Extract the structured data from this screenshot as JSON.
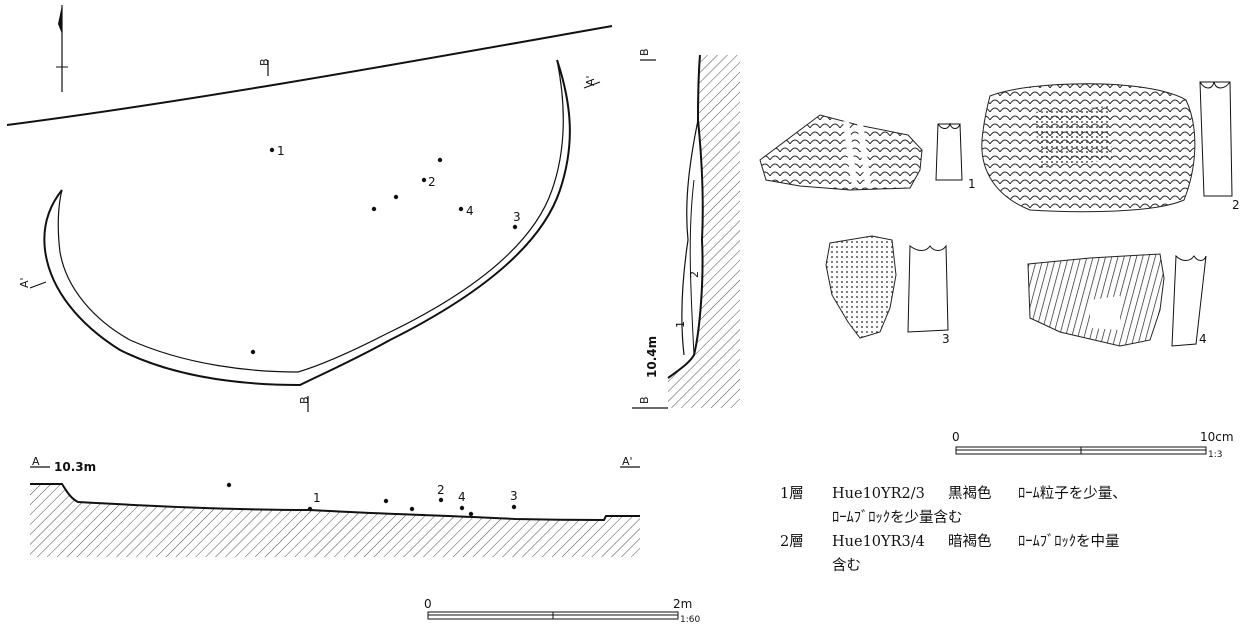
{
  "plan": {
    "point_labels": [
      "1",
      "2",
      "3",
      "4"
    ],
    "section_marks": [
      "B",
      "B",
      "A",
      "A'"
    ]
  },
  "section_b": {
    "top_mark": "B",
    "bottom_mark": "B",
    "elevation": "10.4m",
    "layers": [
      "1",
      "2"
    ]
  },
  "section_a": {
    "left_mark": "A",
    "elevation": "10.3m",
    "right_mark": "A'",
    "point_labels": [
      "1",
      "2",
      "4",
      "3"
    ]
  },
  "scale_site": {
    "start": "0",
    "end": "2m",
    "ratio": "1:60"
  },
  "artifacts": {
    "labels": [
      "1",
      "2",
      "3",
      "4"
    ]
  },
  "scale_artifacts": {
    "start": "0",
    "end": "10cm",
    "ratio": "1:3"
  },
  "legend": {
    "rows": [
      {
        "layer": "1層",
        "hue": "Hue10YR2/3",
        "color": "黒褐色",
        "desc": "ﾛｰﾑ粒子を少量、",
        "desc2": "ﾛｰﾑﾌﾞﾛｯｸを少量含む"
      },
      {
        "layer": "2層",
        "hue": "Hue10YR3/4",
        "color": "暗褐色",
        "desc": "ﾛｰﾑﾌﾞﾛｯｸを中量",
        "desc2": "含む"
      }
    ]
  }
}
